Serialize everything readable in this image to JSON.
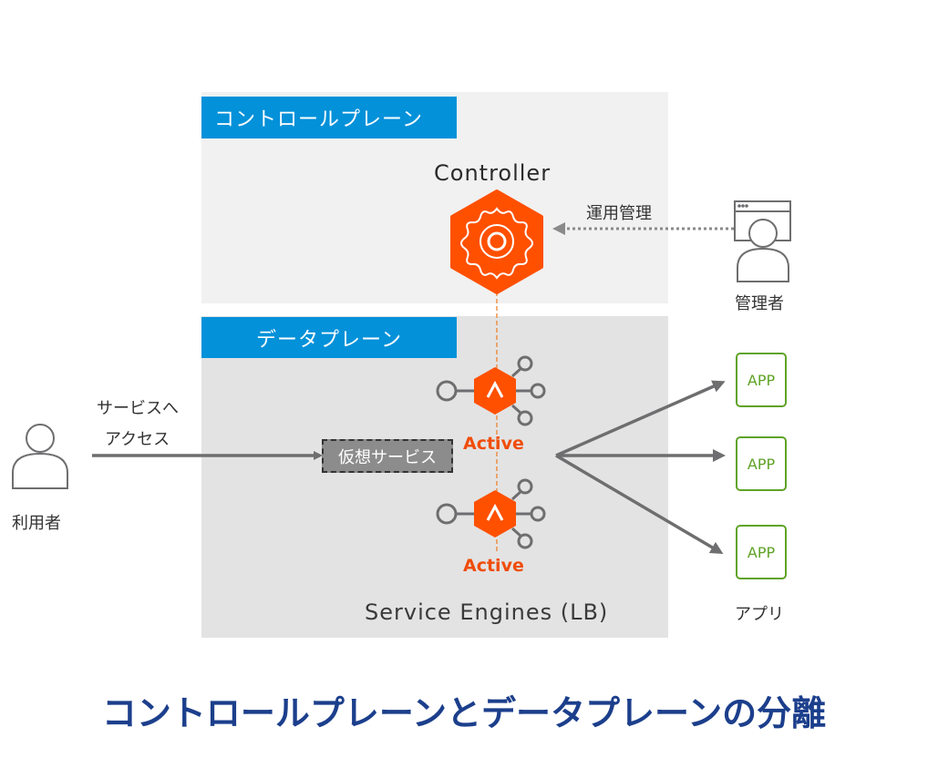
{
  "control_plane": {
    "label": "コントロールプレーン",
    "controller": {
      "title": "Controller",
      "icon": "gear-hexagon-icon"
    }
  },
  "data_plane": {
    "label": "データプレーン",
    "virtual_service": "仮想サービス",
    "service_engines": [
      {
        "status": "Active",
        "icon": "service-engine-hexagon-icon"
      },
      {
        "status": "Active",
        "icon": "service-engine-hexagon-icon"
      }
    ],
    "service_engines_label": "Service Engines (LB)"
  },
  "admin": {
    "label": "管理者",
    "action": "運用管理",
    "icon": "admin-browser-user-icon"
  },
  "user": {
    "label": "利用者",
    "action_line1": "サービスへ",
    "action_line2": "アクセス",
    "icon": "user-icon"
  },
  "apps": {
    "items": [
      "APP",
      "APP",
      "APP"
    ],
    "label": "アプリ"
  },
  "title": "コントロールプレーンとデータプレーンの分離",
  "colors": {
    "plane_label_bg": "#0391d9",
    "accent_orange": "#ff5000",
    "app_green": "#5fa326",
    "title_blue": "#1c3f8c",
    "arrow_gray": "#6e6e70"
  }
}
